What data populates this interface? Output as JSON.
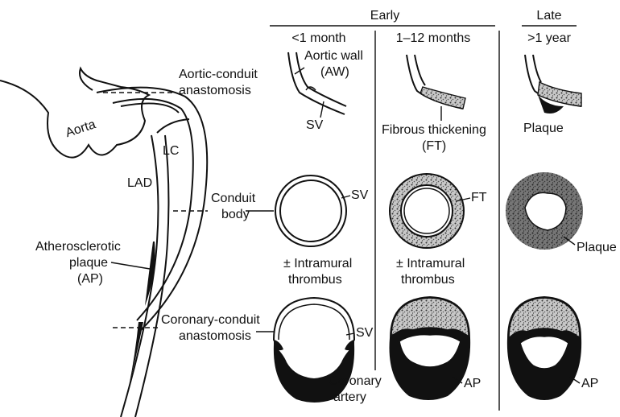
{
  "header": {
    "early": "Early",
    "late": "Late",
    "col1": "<1 month",
    "col2": "1–12 months",
    "col3": ">1 year"
  },
  "left": {
    "aorta": "Aorta",
    "lc": "LC",
    "lad": "LAD",
    "aortic_conduit_1": "Aortic-conduit",
    "aortic_conduit_2": "anastomosis",
    "conduit_1": "Conduit",
    "conduit_2": "body",
    "ap_1": "Atherosclerotic",
    "ap_2": "plaque",
    "ap_3": "(AP)",
    "coronary_conduit_1": "Coronary-conduit",
    "coronary_conduit_2": "anastomosis"
  },
  "row1": {
    "aw_1": "Aortic wall",
    "aw_2": "(AW)",
    "sv": "SV",
    "ft_1": "Fibrous thickening",
    "ft_2": "(FT)",
    "plaque": "Plaque"
  },
  "row2": {
    "sv": "SV",
    "ft": "FT",
    "plaque": "Plaque",
    "thrombus1_1": "± Intramural",
    "thrombus1_2": "thrombus",
    "thrombus2_1": "± Intramural",
    "thrombus2_2": "thrombus"
  },
  "row3": {
    "sv": "SV",
    "coronary_1": "Coronary",
    "coronary_2": "artery",
    "ap1": "AP",
    "ap2": "AP"
  },
  "colors": {
    "ink": "#111111",
    "speckle": "#bdbdbd"
  }
}
